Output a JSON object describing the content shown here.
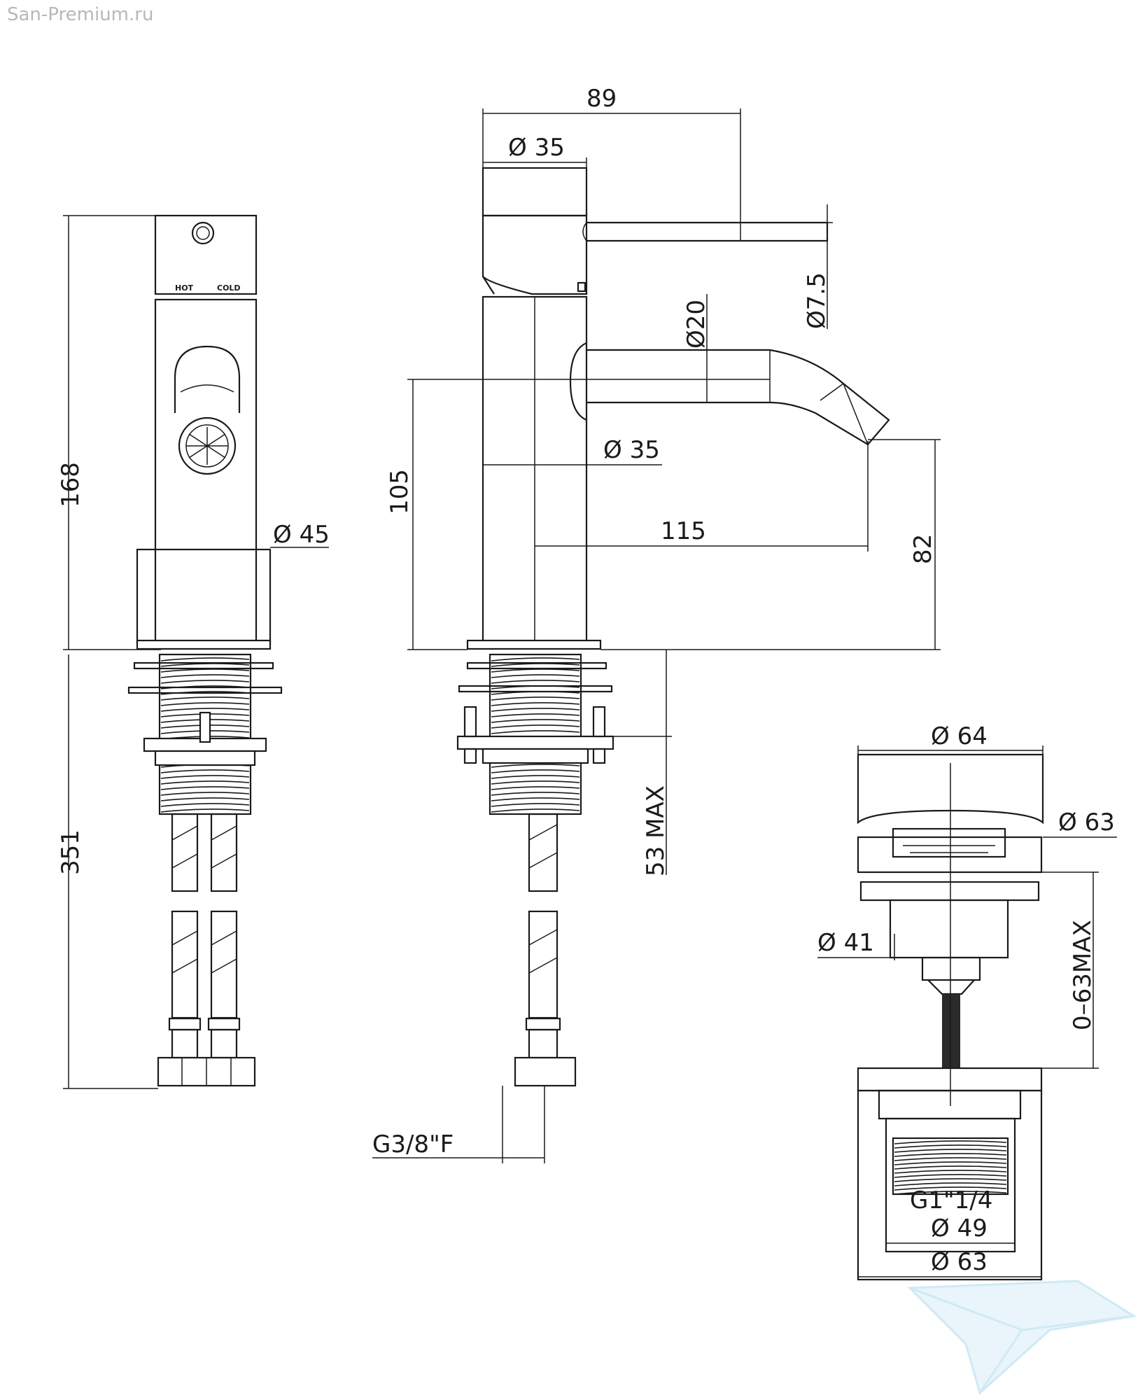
{
  "watermark": {
    "site": "San-Premium.ru"
  },
  "front_view": {
    "height_total": "168",
    "base_diameter": "Ø 45",
    "install_length": "351",
    "label_hot": "HOT",
    "label_cold": "COLD"
  },
  "side_view": {
    "lever_length": "89",
    "body_diameter_top": "Ø 35",
    "lever_diameter": "Ø7.5",
    "spout_diameter": "Ø20",
    "body_diameter": "Ø 35",
    "spout_height": "105",
    "spout_reach": "115",
    "outlet_height": "82",
    "deck_thickness": "53 MAX",
    "connection": "G3/8\"F"
  },
  "waste_view": {
    "cap_diameter": "Ø 64",
    "flange_diameter": "Ø 63",
    "body_diameter": "Ø 41",
    "adjust_range": "0–63MAX",
    "thread": "G1\"1/4",
    "thread_diameter": "Ø 49",
    "base_diameter": "Ø 63"
  },
  "colors": {
    "line": "#1a1a1a",
    "watermark": "#b8b8b8",
    "logo": "#bfe3f2"
  }
}
